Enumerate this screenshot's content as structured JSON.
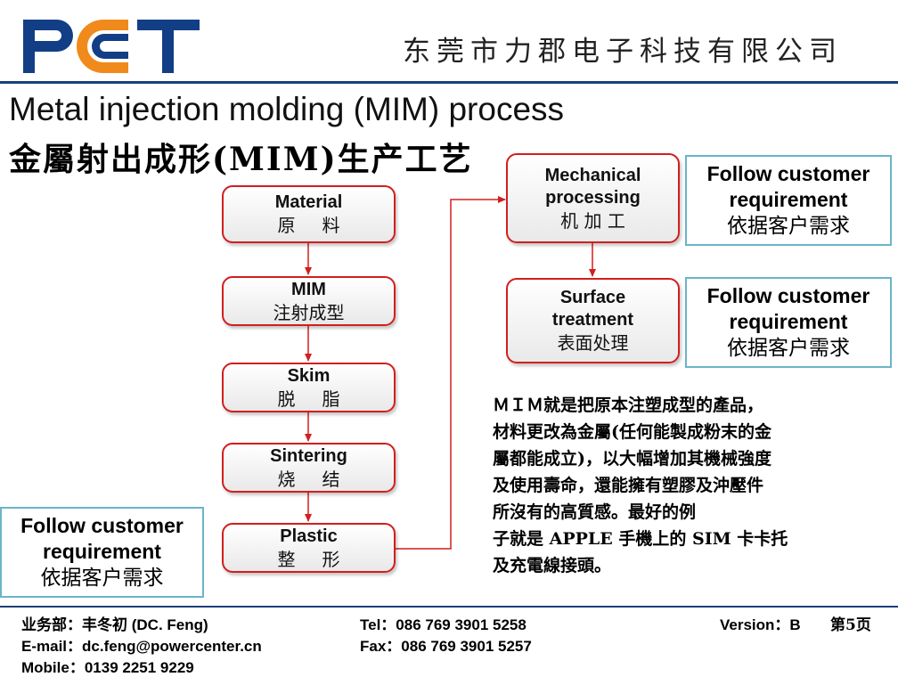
{
  "logo_text": "PCT",
  "company_name": "东莞市力郡电子科技有限公司",
  "title_en": "Metal injection molding (MIM) process",
  "title_cn": "金屬射出成形(MIM)生产工艺",
  "steps": [
    {
      "en": "Material",
      "cn": "原料"
    },
    {
      "en": "MIM",
      "cn": "注射成型"
    },
    {
      "en": "Skim",
      "cn": "脱脂"
    },
    {
      "en": "Sintering",
      "cn": "烧结"
    },
    {
      "en": "Plastic",
      "cn": "整形"
    },
    {
      "en1": "Mechanical",
      "en2": "processing",
      "cn": "机 加 工"
    },
    {
      "en1": "Surface",
      "en2": "treatment",
      "cn": "表面处理"
    }
  ],
  "notes": {
    "line1": "Follow customer",
    "line2": "requirement",
    "line3": "依据客户需求"
  },
  "description": [
    "ＭＩＭ就是把原本注塑成型的產品，",
    "材料更改為金屬(任何能製成粉末的金",
    "屬都能成立)，以大幅增加其機械強度",
    "及使用壽命，還能擁有塑膠及沖壓件",
    "所沒有的高質感。最好的例",
    "子就是 APPLE 手機上的 SIM 卡卡托",
    "及充電線接頭。"
  ],
  "footer": {
    "dept": "业务部：丰冬初 (DC. Feng)",
    "email": "E-mail：dc.feng@powercenter.cn",
    "mobile": "Mobile：0139 2251 9229",
    "tel": "Tel：086 769 3901 5258",
    "fax": "Fax：086 769 3901 5257",
    "version": "Version：B",
    "page": "第5页"
  },
  "colors": {
    "box_border": "#d21e1e",
    "note_border": "#6ab5c8",
    "logo_blue": "#123e86",
    "logo_orange": "#f08a1c",
    "rule": "#1a3f7a"
  }
}
